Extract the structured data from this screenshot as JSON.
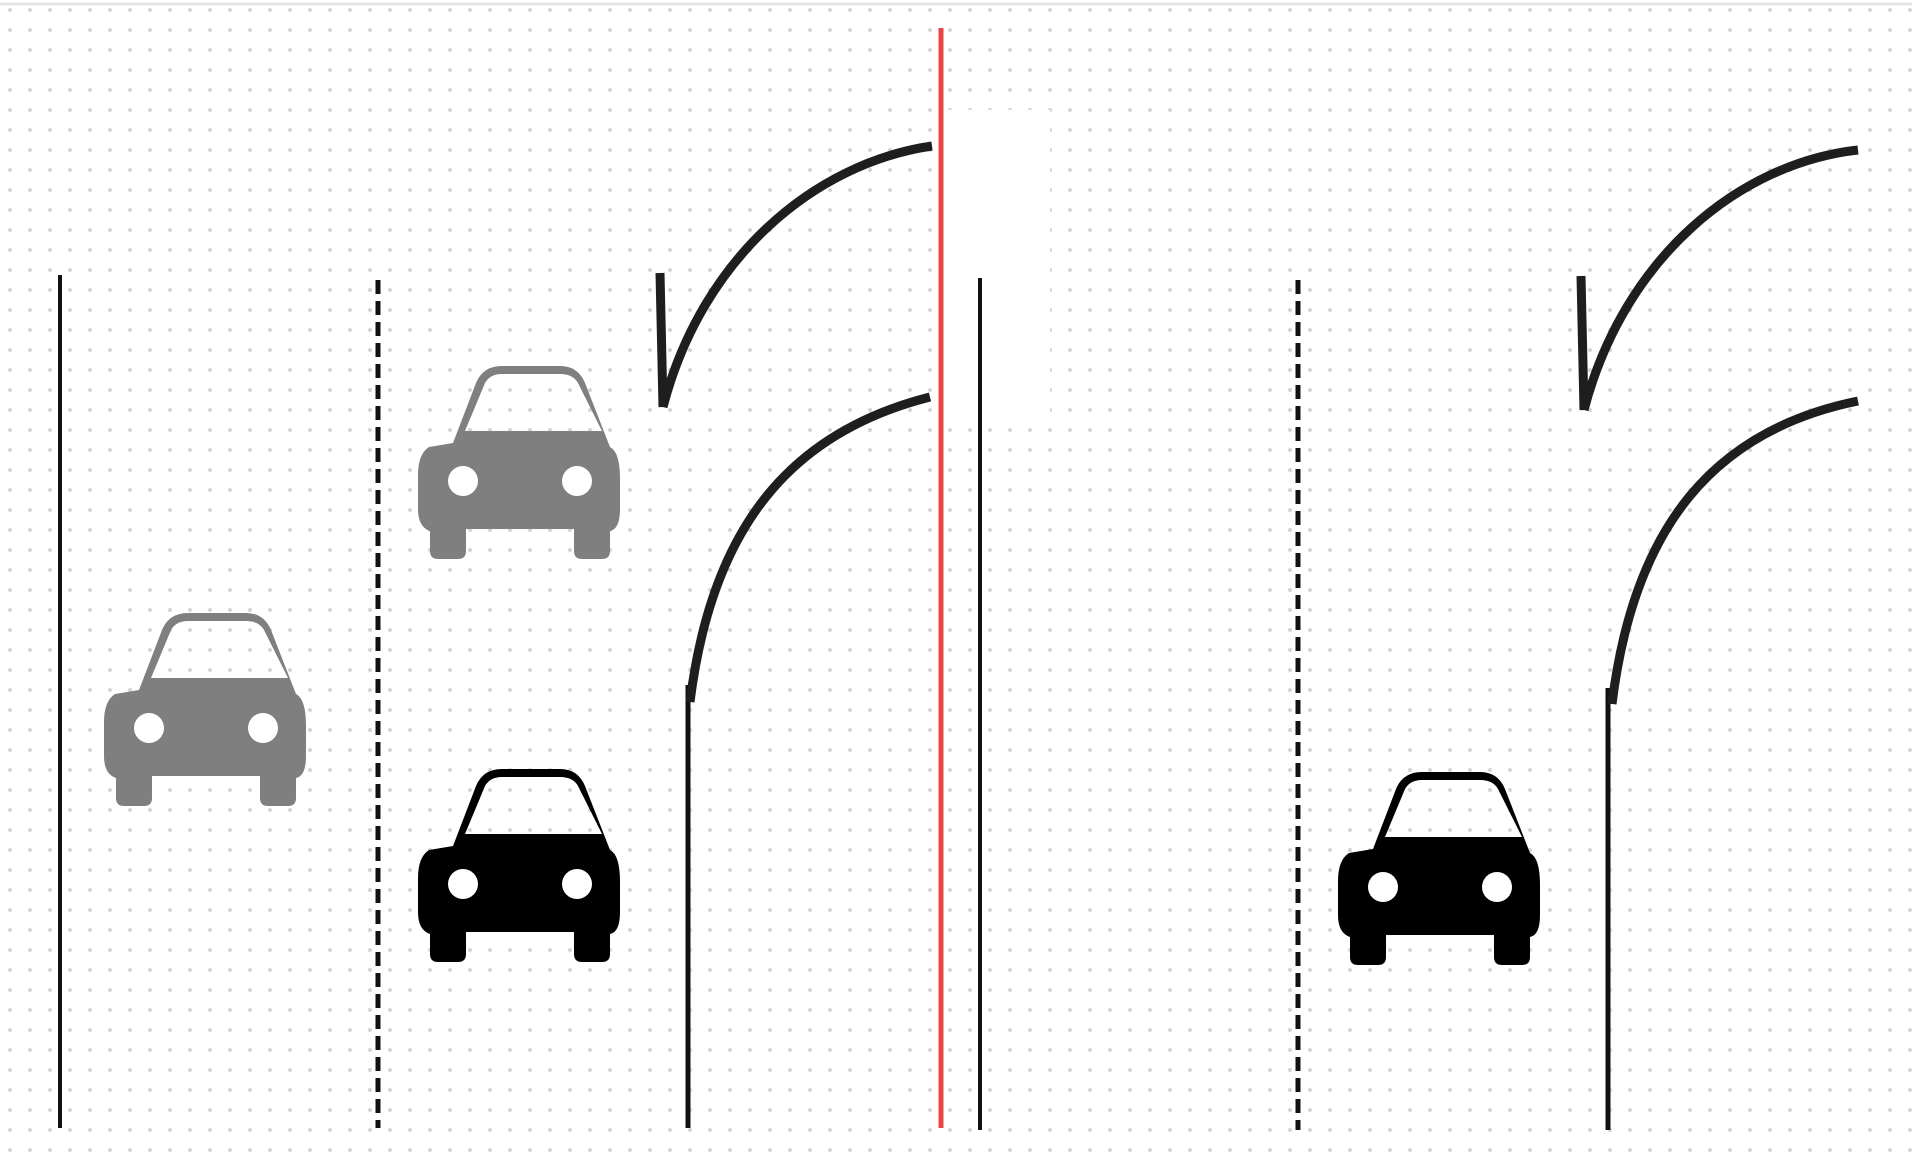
{
  "canvas": {
    "background": "#ffffff",
    "grid_dot_color": "#d4d4d4",
    "top_border_color": "#e6e6e6"
  },
  "divider": {
    "color": "#e84545"
  },
  "colors": {
    "road_line": "#111111",
    "road_curve": "#1e1e1e",
    "car_grey": "#7f7f7f",
    "car_black": "#000000"
  },
  "scenes": [
    {
      "name": "before",
      "lines": [
        "solid-left-edge",
        "dashed-lane-divider",
        "solid-right-edge",
        "curve-upper",
        "curve-lower"
      ],
      "cars": [
        {
          "name": "grey-car-left-lane",
          "color": "grey"
        },
        {
          "name": "grey-car-right-lane",
          "color": "grey"
        },
        {
          "name": "black-car-right-lane",
          "color": "black"
        }
      ]
    },
    {
      "name": "after",
      "lines": [
        "solid-left-edge",
        "dashed-lane-divider",
        "solid-right-edge",
        "curve-upper",
        "curve-lower"
      ],
      "cars": [
        {
          "name": "black-car-right-lane",
          "color": "black"
        }
      ]
    }
  ]
}
